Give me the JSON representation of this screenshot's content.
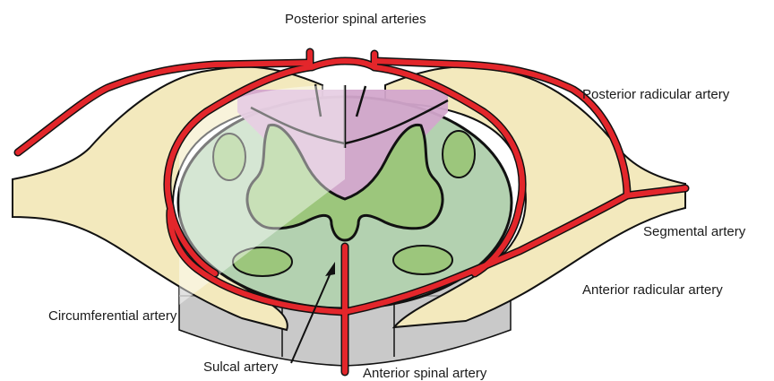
{
  "labels": {
    "posterior_spinal_arteries": "Posterior spinal arteries",
    "posterior_radicular_artery": "Posterior radicular artery",
    "segmental_artery": "Segmental artery",
    "anterior_radicular_artery": "Anterior radicular artery",
    "circumferential_artery": "Circumferential artery",
    "sulcal_artery": "Sulcal artery",
    "anterior_spinal_artery": "Anterior spinal artery"
  },
  "colors": {
    "artery": "#e3262b",
    "vertebra": "#f3e9bd",
    "vertebral_body": "#c8c8c8",
    "cord": "#b3d1b0",
    "grey_matter": "#9cc67c",
    "posterior_column_region": "#d3a7cc",
    "outline": "#111111"
  }
}
